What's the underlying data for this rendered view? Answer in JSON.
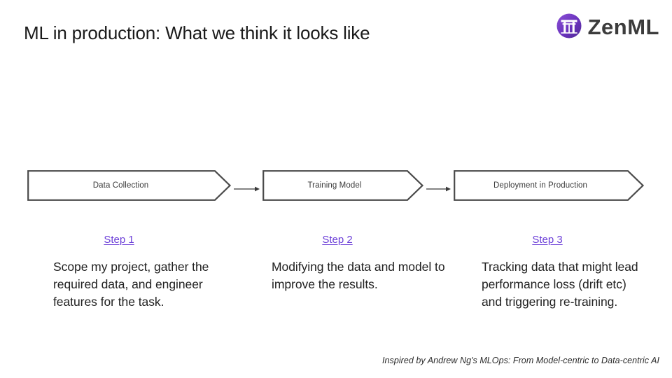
{
  "slide": {
    "title": "ML in production: What we think it looks like",
    "footer_note": "Inspired by Andrew Ng's MLOps: From Model-centric to Data-centric AI",
    "background_color": "#ffffff"
  },
  "logo": {
    "wordmark": "ZenML",
    "mark_icon": "torii-gate-icon",
    "mark_color": "#6331b5",
    "mark_color_light": "#8a4fd6",
    "wordmark_color": "#3c3c3c"
  },
  "pipeline": {
    "stages": [
      {
        "label": "Data Collection",
        "stroke_color": "#4a4a4a"
      },
      {
        "label": "Training Model",
        "stroke_color": "#4a4a4a"
      },
      {
        "label": "Deployment in Production",
        "stroke_color": "#4a4a4a"
      }
    ],
    "connector_icon": "arrow-right-icon",
    "connector_color": "#3a3a3a"
  },
  "steps": [
    {
      "link_label": "Step 1",
      "body": "Scope my project, gather the required data, and engineer features for the task.",
      "link_color": "#6c3fd8"
    },
    {
      "link_label": "Step 2",
      "body": "Modifying the data and model to improve the results.",
      "link_color": "#6c3fd8"
    },
    {
      "link_label": "Step 3",
      "body": "Tracking data that might lead performance loss (drift etc) and triggering re-training.",
      "link_color": "#6c3fd8"
    }
  ]
}
